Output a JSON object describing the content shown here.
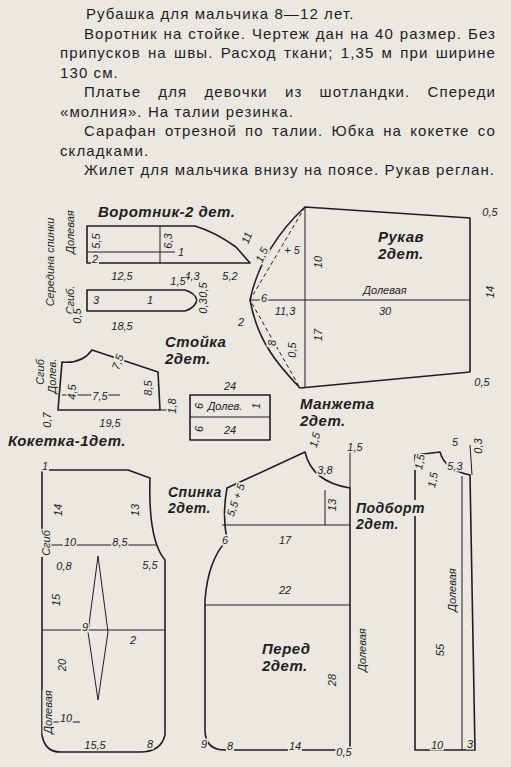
{
  "diagram": {
    "title": "Рубашка для мальчика 8—12 лет.",
    "nodes": [
      {
        "text": [
          "Воротник-2 дет."
        ]
      },
      {
        "text": [
          "Рукав 2дет."
        ]
      },
      {
        "text": [
          "Стойка 2дет."
        ]
      },
      {
        "text": [
          "Манжета 2дет."
        ]
      },
      {
        "text": [
          "Кокетка-1дет."
        ]
      },
      {
        "text": [
          "Спинка 2дет."
        ]
      },
      {
        "text": [
          "Перед 2дет."
        ]
      },
      {
        "text": [
          "Подборт 2дет."
        ]
      }
    ],
    "labels": [
      "Воротник на стойке. Чертеж дан на 40 размер. Без припусков на швы. Расход ткани; 1,35 м при ширине 130 см.",
      "Платье для девочки из шотландки. Спереди «молния». На талии резинка.",
      "Сарафан отрезной по талии. Юбка на кокетке со складками.",
      "Жилет для мальчика внизу на поясе. Рукав реглан.",
      "Середина спинки",
      "Долевая",
      "5,5",
      "6,3",
      "2",
      "1",
      "12,5",
      "4,3",
      "5,2",
      "11",
      "Сгиб.",
      "3",
      "1,5",
      "1",
      "0,5",
      "0,5",
      "0,3",
      "18,5",
      "Сгиб",
      "Долев.",
      "0,7",
      "4,5",
      "7,5",
      "7,5",
      "8,5",
      "19,5",
      "1,8",
      "24",
      "6",
      "Долев.",
      "1",
      "6",
      "24",
      "0,5",
      "1,5",
      "+ 5",
      "10",
      "14",
      "Долевая",
      "2",
      "6",
      "11,3",
      "30",
      "8",
      "0,5",
      "17",
      "0,5",
      "1",
      "14",
      "13",
      "10",
      "8,5",
      "Сгиб",
      "0,8",
      "5,5",
      "15",
      "9",
      "2",
      "20",
      "Долевая",
      "10",
      "15,5",
      "8",
      "1,5",
      "1,5",
      "3,8",
      "5,5 + 5",
      "13",
      "6",
      "17",
      "22",
      "28",
      "Долевая",
      "9",
      "8",
      "14",
      "0,5",
      "1,5",
      "5",
      "0,3",
      "5,3",
      "1,5",
      "Долевая",
      "55",
      "10",
      "3"
    ]
  }
}
